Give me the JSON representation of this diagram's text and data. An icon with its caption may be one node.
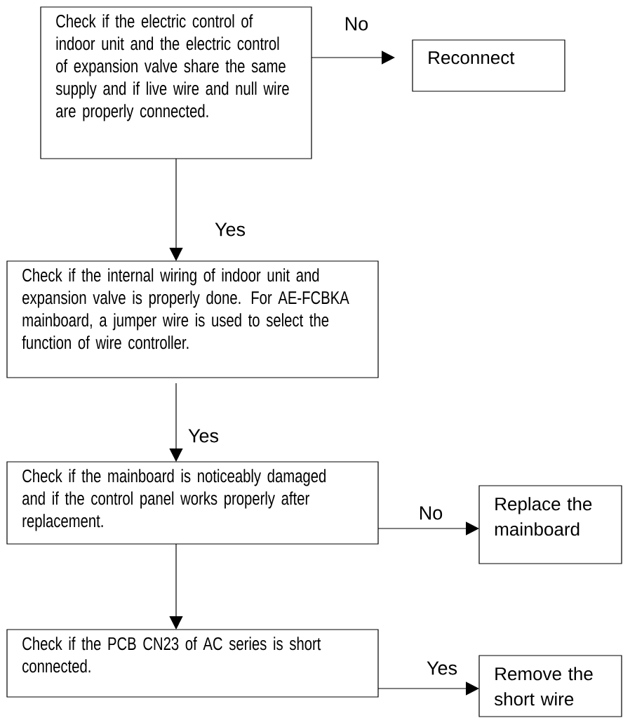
{
  "diagram": {
    "nodes": [
      {
        "text": [
          "Check if the electric control of indoor unit and the electric control of expansion valve share the same supply and if live wire and null wire are properly connected."
        ]
      },
      {
        "text": [
          "Reconnect"
        ]
      },
      {
        "text": [
          "Check if the internal wiring of indoor unit and expansion valve is properly done. For AE-FCBKA mainboard, a jumper wire is used to select the function of wire controller."
        ]
      },
      {
        "text": [
          "Check if the mainboard is noticeably damaged and if the control panel works properly after replacement."
        ]
      },
      {
        "text": [
          "Replace the mainboard"
        ]
      },
      {
        "text": [
          "Check if the PCB CN23 of AC series is short connected."
        ]
      },
      {
        "text": [
          "Remove the short wire"
        ]
      }
    ],
    "edges": [
      {
        "from": 0,
        "to": 1,
        "arrow": "to",
        "label": "No"
      },
      {
        "from": 0,
        "to": 2,
        "arrow": "to",
        "label": "Yes"
      },
      {
        "from": 2,
        "to": 3,
        "arrow": "to",
        "label": "Yes"
      },
      {
        "from": 3,
        "to": 4,
        "arrow": "to",
        "label": "No"
      },
      {
        "from": 3,
        "to": 5,
        "arrow": "to"
      },
      {
        "from": 5,
        "to": 6,
        "arrow": "to",
        "label": "Yes"
      }
    ]
  }
}
